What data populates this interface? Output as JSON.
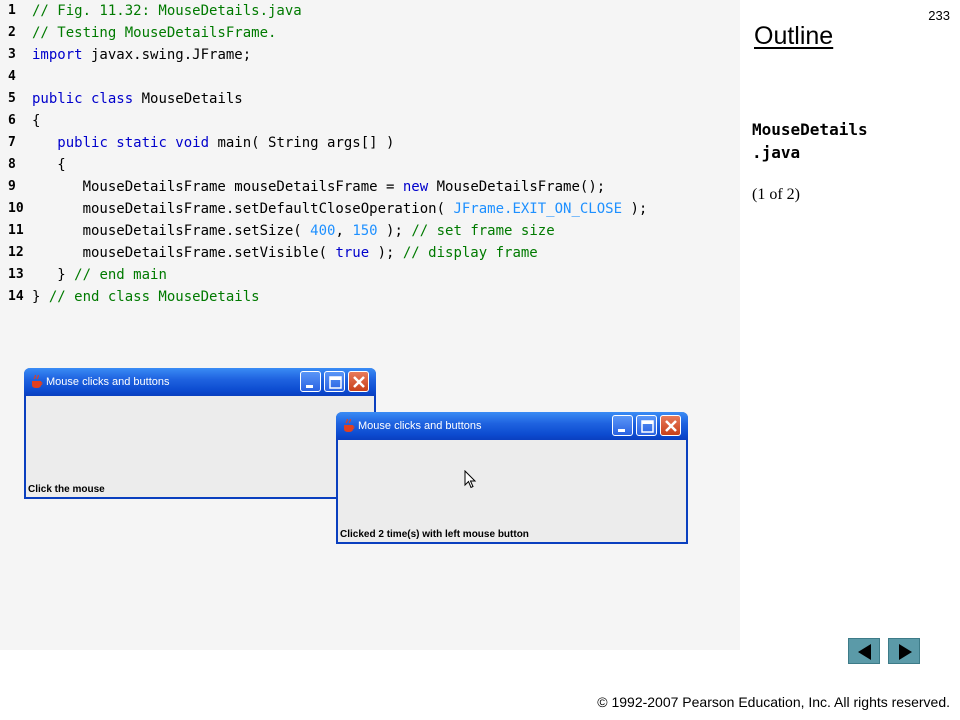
{
  "slide": {
    "page_number": "233",
    "outline_title": "Outline",
    "file_name": "MouseDetails\n.java",
    "page_part": "(1 of 2)",
    "copyright": "© 1992-2007 Pearson Education, Inc.  All rights reserved."
  },
  "code": {
    "lines": [
      {
        "n": "1",
        "tokens": [
          {
            "t": "// Fig. 11.32: MouseDetails.java",
            "c": "comment"
          }
        ]
      },
      {
        "n": "2",
        "tokens": [
          {
            "t": "// Testing MouseDetailsFrame.",
            "c": "comment"
          }
        ]
      },
      {
        "n": "3",
        "tokens": [
          {
            "t": "import",
            "c": "keyword"
          },
          {
            "t": " javax.swing.JFrame;",
            "c": "plain"
          }
        ]
      },
      {
        "n": "4",
        "tokens": []
      },
      {
        "n": "5",
        "tokens": [
          {
            "t": "public class",
            "c": "keyword"
          },
          {
            "t": " MouseDetails",
            "c": "plain"
          }
        ]
      },
      {
        "n": "6",
        "tokens": [
          {
            "t": "{",
            "c": "plain"
          }
        ]
      },
      {
        "n": "7",
        "tokens": [
          {
            "t": "   ",
            "c": "plain"
          },
          {
            "t": "public static void",
            "c": "keyword"
          },
          {
            "t": " main( String args[] )",
            "c": "plain"
          }
        ]
      },
      {
        "n": "8",
        "tokens": [
          {
            "t": "   {",
            "c": "plain"
          }
        ]
      },
      {
        "n": "9",
        "tokens": [
          {
            "t": "      MouseDetailsFrame mouseDetailsFrame = ",
            "c": "plain"
          },
          {
            "t": "new",
            "c": "keyword"
          },
          {
            "t": " MouseDetailsFrame();",
            "c": "plain"
          }
        ]
      },
      {
        "n": "10",
        "tokens": [
          {
            "t": "      mouseDetailsFrame.setDefaultCloseOperation( ",
            "c": "plain"
          },
          {
            "t": "JFrame.EXIT_ON_CLOSE",
            "c": "const"
          },
          {
            "t": " );",
            "c": "plain"
          }
        ]
      },
      {
        "n": "11",
        "tokens": [
          {
            "t": "      mouseDetailsFrame.setSize( ",
            "c": "plain"
          },
          {
            "t": "400",
            "c": "number"
          },
          {
            "t": ", ",
            "c": "plain"
          },
          {
            "t": "150",
            "c": "number"
          },
          {
            "t": " ); ",
            "c": "plain"
          },
          {
            "t": "// set frame size",
            "c": "comment"
          }
        ]
      },
      {
        "n": "12",
        "tokens": [
          {
            "t": "      mouseDetailsFrame.setVisible( ",
            "c": "plain"
          },
          {
            "t": "true",
            "c": "keyword"
          },
          {
            "t": " ); ",
            "c": "plain"
          },
          {
            "t": "// display frame",
            "c": "comment"
          }
        ]
      },
      {
        "n": "13",
        "tokens": [
          {
            "t": "   } ",
            "c": "plain"
          },
          {
            "t": "// end main",
            "c": "comment"
          }
        ]
      },
      {
        "n": "14",
        "tokens": [
          {
            "t": "} ",
            "c": "plain"
          },
          {
            "t": "// end class MouseDetails",
            "c": "comment"
          }
        ]
      }
    ]
  },
  "windows": [
    {
      "title": "Mouse clicks and buttons",
      "status": "Click the mouse"
    },
    {
      "title": "Mouse clicks and buttons",
      "status": "Clicked 2 time(s) with left mouse button"
    }
  ],
  "icons": {
    "java": "java-cup-icon",
    "minimize": "minimize-icon",
    "maximize": "maximize-icon",
    "close": "close-icon",
    "cursor": "mouse-pointer-icon",
    "prev": "previous-slide-icon",
    "next": "next-slide-icon"
  },
  "colors": {
    "comment": "#007a00",
    "keyword": "#0000cc",
    "constant": "#1e90ff",
    "code_background": "#f5f5f5",
    "title_bar": "#0a3fbf",
    "nav_button": "#5b9aa8"
  }
}
